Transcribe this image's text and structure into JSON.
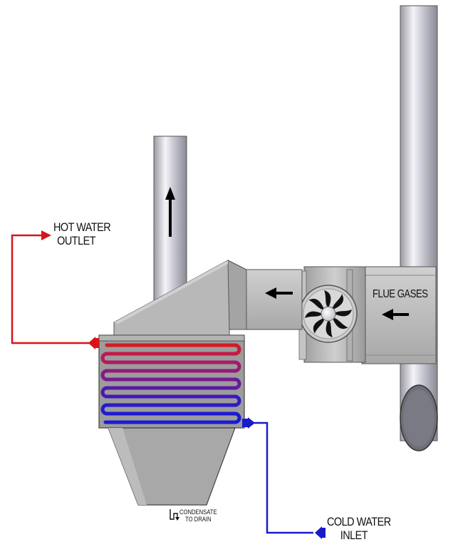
{
  "labels": {
    "hot_water_line1": "HOT WATER",
    "hot_water_line2": "OUTLET",
    "cold_water_line1": "COLD WATER",
    "cold_water_line2": "INLET",
    "flue_gases": "FLUE GASES",
    "condensate_line1": "CONDENSATE",
    "condensate_line2": "TO DRAIN"
  },
  "colors": {
    "hot_pipe": "#d8141a",
    "cold_pipe": "#1a1acc",
    "duct_gray": "#b4b4b4",
    "stack_metal": "#c8c8d2",
    "background": "#ffffff"
  },
  "icons": {
    "flow_arrow": "arrow-icon",
    "fan": "fan-icon",
    "drain": "drain-trap-icon"
  }
}
